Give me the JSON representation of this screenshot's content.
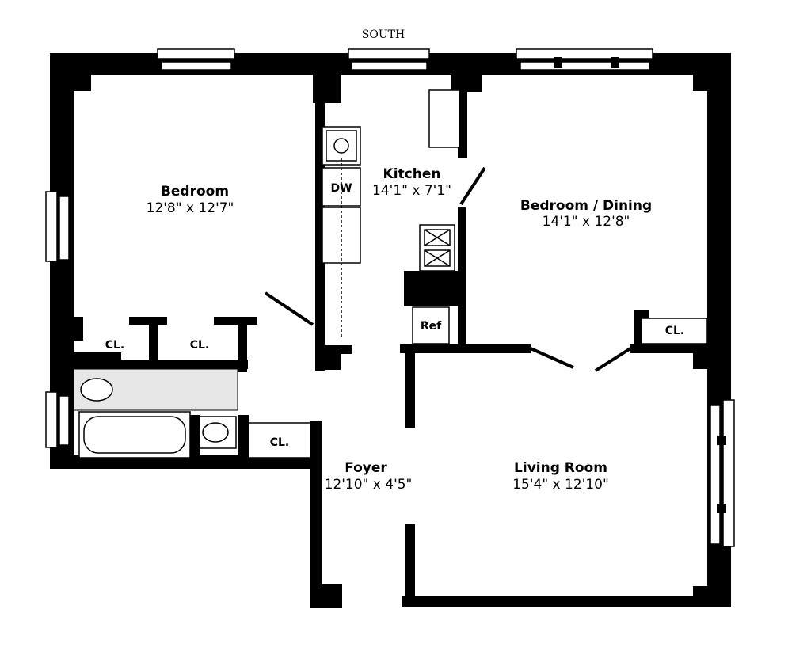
{
  "compass": "SOUTH",
  "rooms": {
    "bedroom": {
      "name": "Bedroom",
      "dims": "12'8\" x 12'7\""
    },
    "kitchen": {
      "name": "Kitchen",
      "dims": "14'1\" x 7'1\""
    },
    "bedroom_dining": {
      "name": "Bedroom / Dining",
      "dims": "14'1\" x 12'8\""
    },
    "foyer": {
      "name": "Foyer",
      "dims": "12'10\" x 4'5\""
    },
    "living_room": {
      "name": "Living Room",
      "dims": "15'4\" x 12'10\""
    }
  },
  "fixtures": {
    "dishwasher": "DW",
    "refrigerator": "Ref",
    "closet": "CL."
  }
}
